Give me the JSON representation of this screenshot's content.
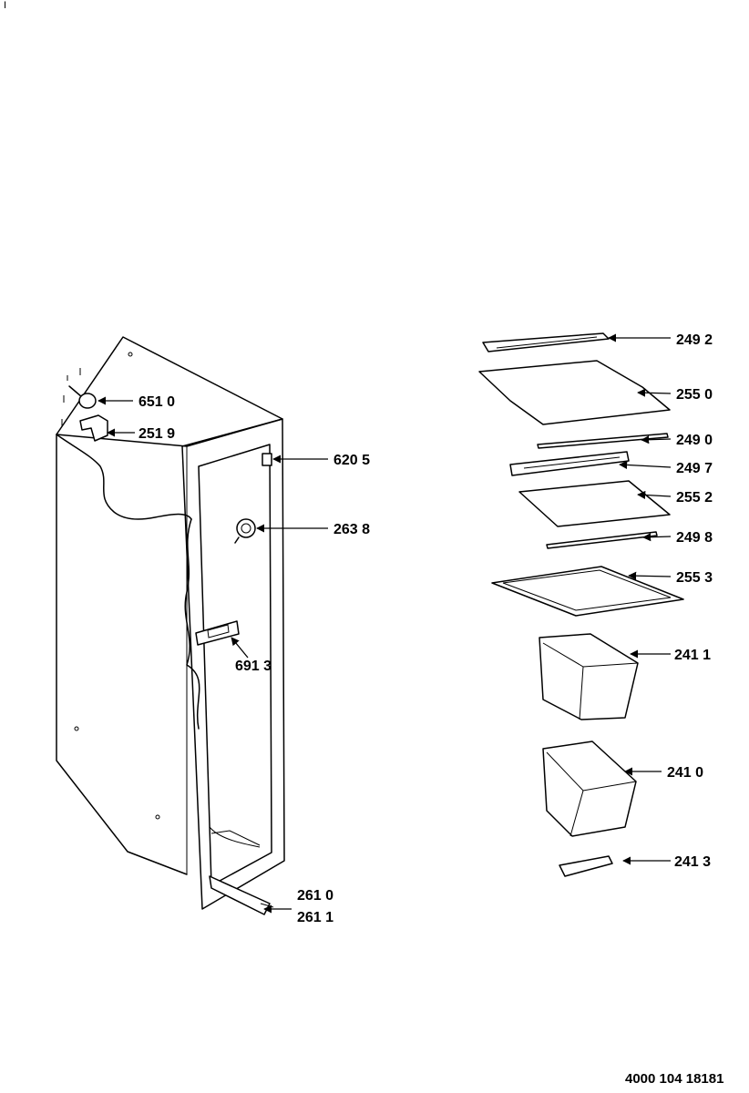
{
  "corner_mark": "I",
  "document_number": "4000 104 18181",
  "callouts": [
    {
      "id": "c2492",
      "text": "249 2"
    },
    {
      "id": "c2550",
      "text": "255 0"
    },
    {
      "id": "c2490",
      "text": "249 0"
    },
    {
      "id": "c2497",
      "text": "249 7"
    },
    {
      "id": "c2552",
      "text": "255 2"
    },
    {
      "id": "c2498",
      "text": "249 8"
    },
    {
      "id": "c2553",
      "text": "255 3"
    },
    {
      "id": "c2411",
      "text": "241 1"
    },
    {
      "id": "c2410",
      "text": "241 0"
    },
    {
      "id": "c2413",
      "text": "241 3"
    },
    {
      "id": "c6510",
      "text": "651 0"
    },
    {
      "id": "c2519",
      "text": "251 9"
    },
    {
      "id": "c6205",
      "text": "620 5"
    },
    {
      "id": "c2638",
      "text": "263 8"
    },
    {
      "id": "c6913",
      "text": "691 3"
    },
    {
      "id": "c2610",
      "text": "261 0"
    },
    {
      "id": "c2611",
      "text": "261 1"
    }
  ]
}
